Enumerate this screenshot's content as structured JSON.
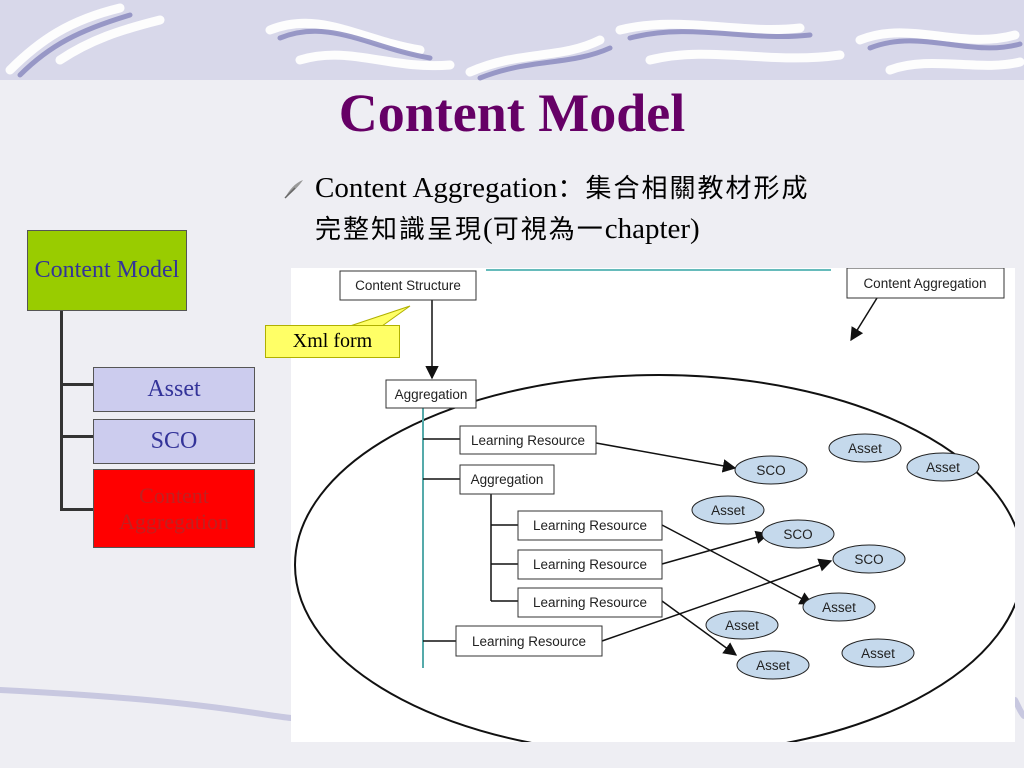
{
  "title": "Content Model",
  "bullet": {
    "text_en": "Content Aggregation",
    "text_cjk_1": "：集合相關教材形成",
    "text_cjk_2": "完整知識呈現",
    "text_paren_open": "(",
    "text_cjk_3": "可視為一",
    "text_tail": "chapter)"
  },
  "tree": {
    "root": "Content Model",
    "children": [
      "Asset",
      "SCO",
      "Content Aggregation"
    ]
  },
  "callout": "Xml form",
  "diagram": {
    "content_structure": "Content Structure",
    "content_aggregation": "Content Aggregation",
    "aggregation_top": "Aggregation",
    "learning_resource_1": "Learning Resource",
    "aggregation_inner": "Aggregation",
    "learning_resource_2": "Learning Resource",
    "learning_resource_3": "Learning Resource",
    "learning_resource_4": "Learning Resource",
    "learning_resource_5": "Learning Resource",
    "sco_1": "SCO",
    "sco_2": "SCO",
    "sco_3": "SCO",
    "asset_1": "Asset",
    "asset_2": "Asset",
    "asset_3": "Asset",
    "asset_4": "Asset",
    "asset_5": "Asset",
    "asset_6": "Asset",
    "asset_7": "Asset"
  },
  "colors": {
    "title": "#660066",
    "root_box": "#99cc00",
    "child_box": "#ccccee",
    "aggregation_box": "#ff0000",
    "callout": "#ffff66",
    "node_fill": "#c5d9ec"
  }
}
